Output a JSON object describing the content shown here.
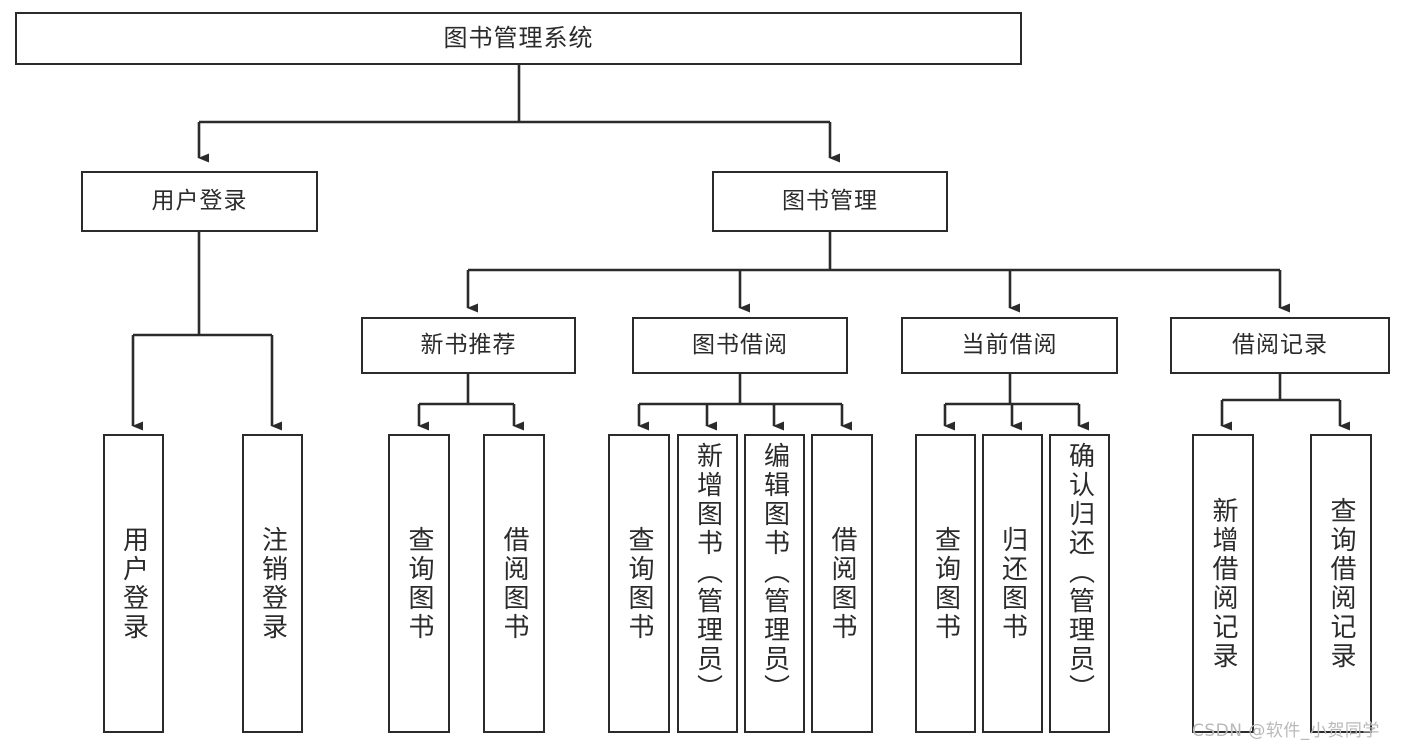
{
  "diagram": {
    "title": "图书管理系统",
    "type": "hierarchical-tree",
    "root": {
      "label": "图书管理系统"
    },
    "level2": [
      {
        "label": "用户登录"
      },
      {
        "label": "图书管理"
      }
    ],
    "level3": [
      {
        "label": "新书推荐"
      },
      {
        "label": "图书借阅"
      },
      {
        "label": "当前借阅"
      },
      {
        "label": "借阅记录"
      }
    ],
    "leaves": {
      "user_login": [
        {
          "label": "用户登录"
        },
        {
          "label": "注销登录"
        }
      ],
      "new_book_recommend": [
        {
          "label": "查询图书"
        },
        {
          "label": "借阅图书"
        }
      ],
      "book_borrow": [
        {
          "label": "查询图书"
        },
        {
          "label": "新增图书（管理员）"
        },
        {
          "label": "编辑图书（管理员）"
        },
        {
          "label": "借阅图书"
        }
      ],
      "current_borrow": [
        {
          "label": "查询图书"
        },
        {
          "label": "归还图书"
        },
        {
          "label": "确认归还（管理员）"
        }
      ],
      "borrow_record": [
        {
          "label": "新增借阅记录"
        },
        {
          "label": "查询借阅记录"
        }
      ]
    }
  },
  "watermark": {
    "text": "CSDN @软件_小贺同学"
  },
  "colors": {
    "border": "#2b2b2b",
    "background": "#ffffff",
    "text": "#2b2b2b",
    "watermark": "#b9b9b9"
  }
}
